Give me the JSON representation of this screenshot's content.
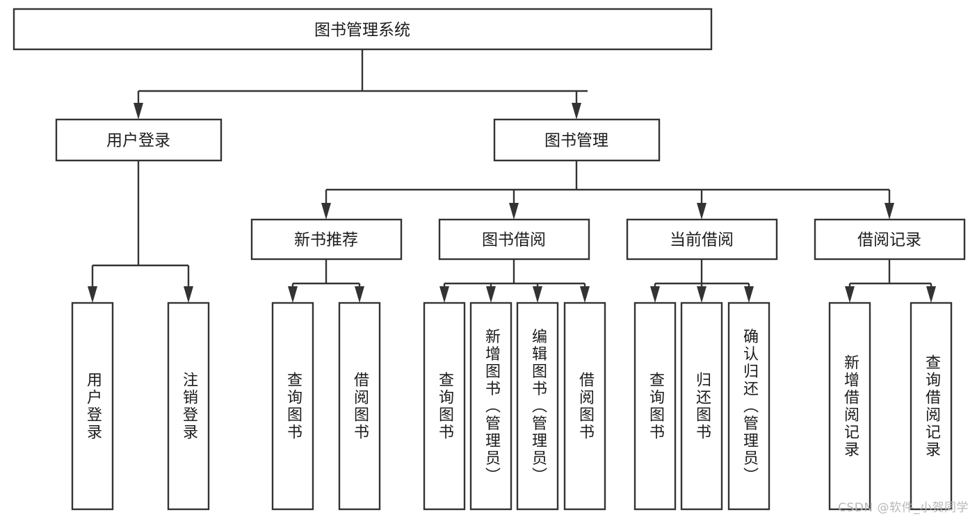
{
  "diagram": {
    "title": "图书管理系统",
    "type": "tree-hierarchy-diagram",
    "colors": {
      "box_stroke": "#333333",
      "box_fill": "#ffffff",
      "text": "#1b1b1b",
      "background": "#ffffff",
      "watermark": "#b8b8b8"
    },
    "root": {
      "label": "图书管理系统"
    },
    "level2": [
      {
        "label": "用户登录"
      },
      {
        "label": "图书管理"
      }
    ],
    "level3": [
      {
        "label": "新书推荐"
      },
      {
        "label": "图书借阅"
      },
      {
        "label": "当前借阅"
      },
      {
        "label": "借阅记录"
      }
    ],
    "leaves": {
      "user_login": [
        {
          "label": "用户登录"
        },
        {
          "label": "注销登录"
        }
      ],
      "new_book_recommend": [
        {
          "label": "查询图书"
        },
        {
          "label": "借阅图书"
        }
      ],
      "book_borrow": [
        {
          "label": "查询图书"
        },
        {
          "label": "新增图书（管理员）"
        },
        {
          "label": "编辑图书（管理员）"
        },
        {
          "label": "借阅图书"
        }
      ],
      "current_borrow": [
        {
          "label": "查询图书"
        },
        {
          "label": "归还图书"
        },
        {
          "label": "确认归还（管理员）"
        }
      ],
      "borrow_record": [
        {
          "label": "新增借阅记录"
        },
        {
          "label": "查询借阅记录"
        }
      ]
    }
  },
  "watermark": {
    "text": "CSDN @软件_小贺同学"
  }
}
